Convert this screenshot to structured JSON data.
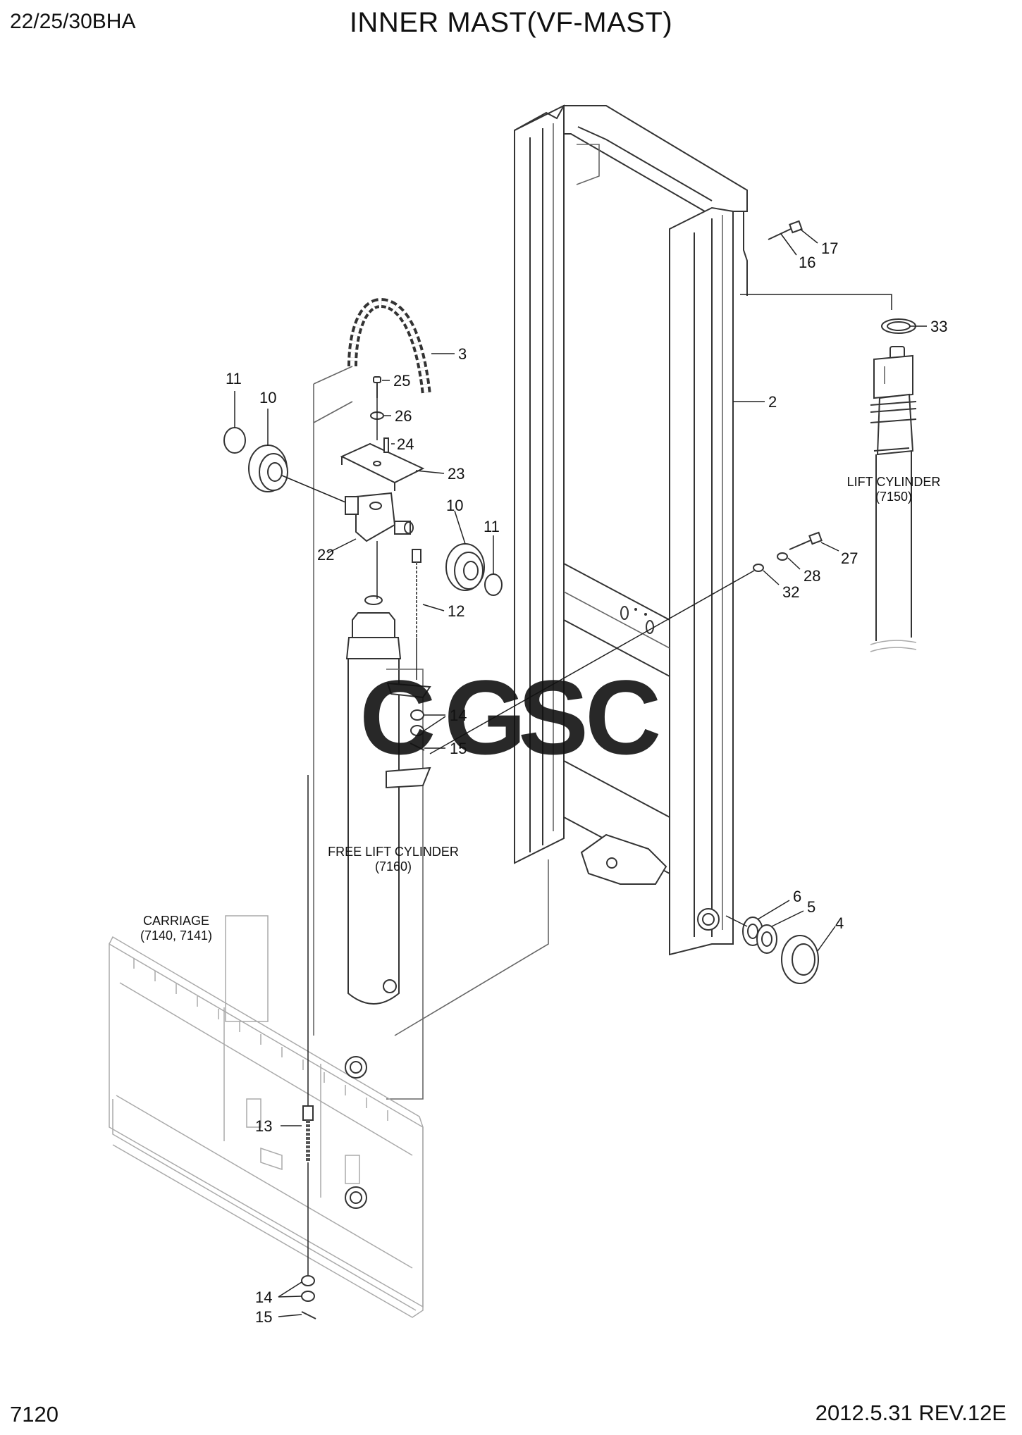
{
  "header": {
    "model": "22/25/30BHA",
    "title": "INNER MAST(VF-MAST)"
  },
  "footer": {
    "page_number": "7120",
    "revision": "2012.5.31  REV.12E"
  },
  "watermark": {
    "text": "CGSC",
    "letters": [
      {
        "char": "C",
        "color": "#5b8ef0"
      },
      {
        "char": "G",
        "color": "#f08a80"
      },
      {
        "char": "S",
        "color": "#f7d75a"
      },
      {
        "char": "C",
        "color": "#6cc49a"
      }
    ]
  },
  "assemblies": {
    "lift_cylinder": {
      "name": "LIFT CYLINDER",
      "ref": "(7150)"
    },
    "free_lift_cylinder": {
      "name": "FREE LIFT CYLINDER",
      "ref": "(7160)"
    },
    "carriage": {
      "name": "CARRIAGE",
      "ref": "(7140, 7141)"
    }
  },
  "callouts": {
    "c2": "2",
    "c3": "3",
    "c4": "4",
    "c5": "5",
    "c6": "6",
    "c10a": "10",
    "c10b": "10",
    "c11a": "11",
    "c11b": "11",
    "c12": "12",
    "c13": "13",
    "c14a": "14",
    "c14b": "14",
    "c15a": "15",
    "c15b": "15",
    "c16": "16",
    "c17": "17",
    "c22": "22",
    "c23": "23",
    "c24": "24",
    "c25": "25",
    "c26": "26",
    "c27": "27",
    "c28": "28",
    "c32": "32",
    "c33": "33"
  }
}
